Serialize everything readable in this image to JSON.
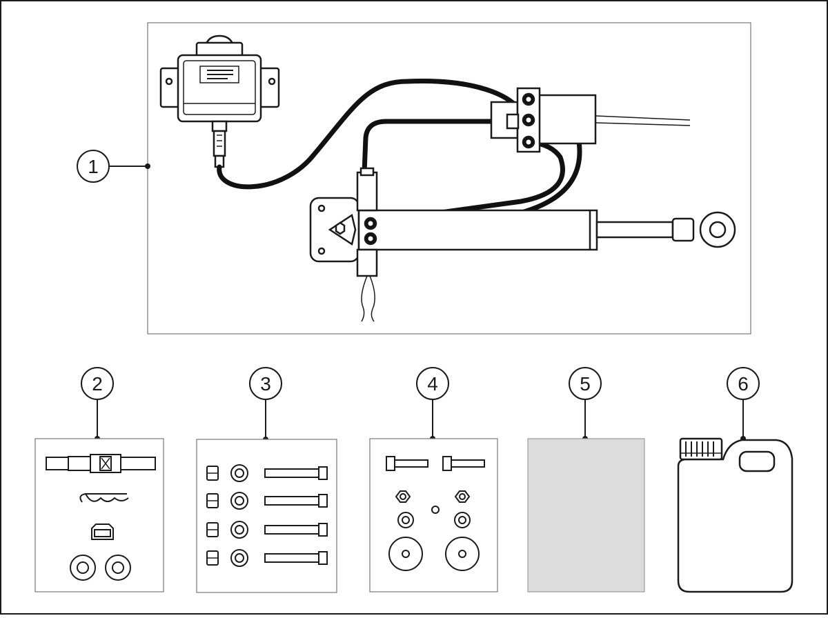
{
  "callouts": {
    "c1": "1",
    "c2": "2",
    "c3": "3",
    "c4": "4",
    "c5": "5",
    "c6": "6"
  },
  "colors": {
    "ink": "#1a1a1a",
    "panel_border": "#777777",
    "sheet_gray": "#dcdcdc"
  },
  "icons": {
    "pump": "hydraulic-pump-icon",
    "valve": "valve-block-icon",
    "cylinder": "hydraulic-cylinder-icon",
    "container": "oil-container-icon"
  }
}
